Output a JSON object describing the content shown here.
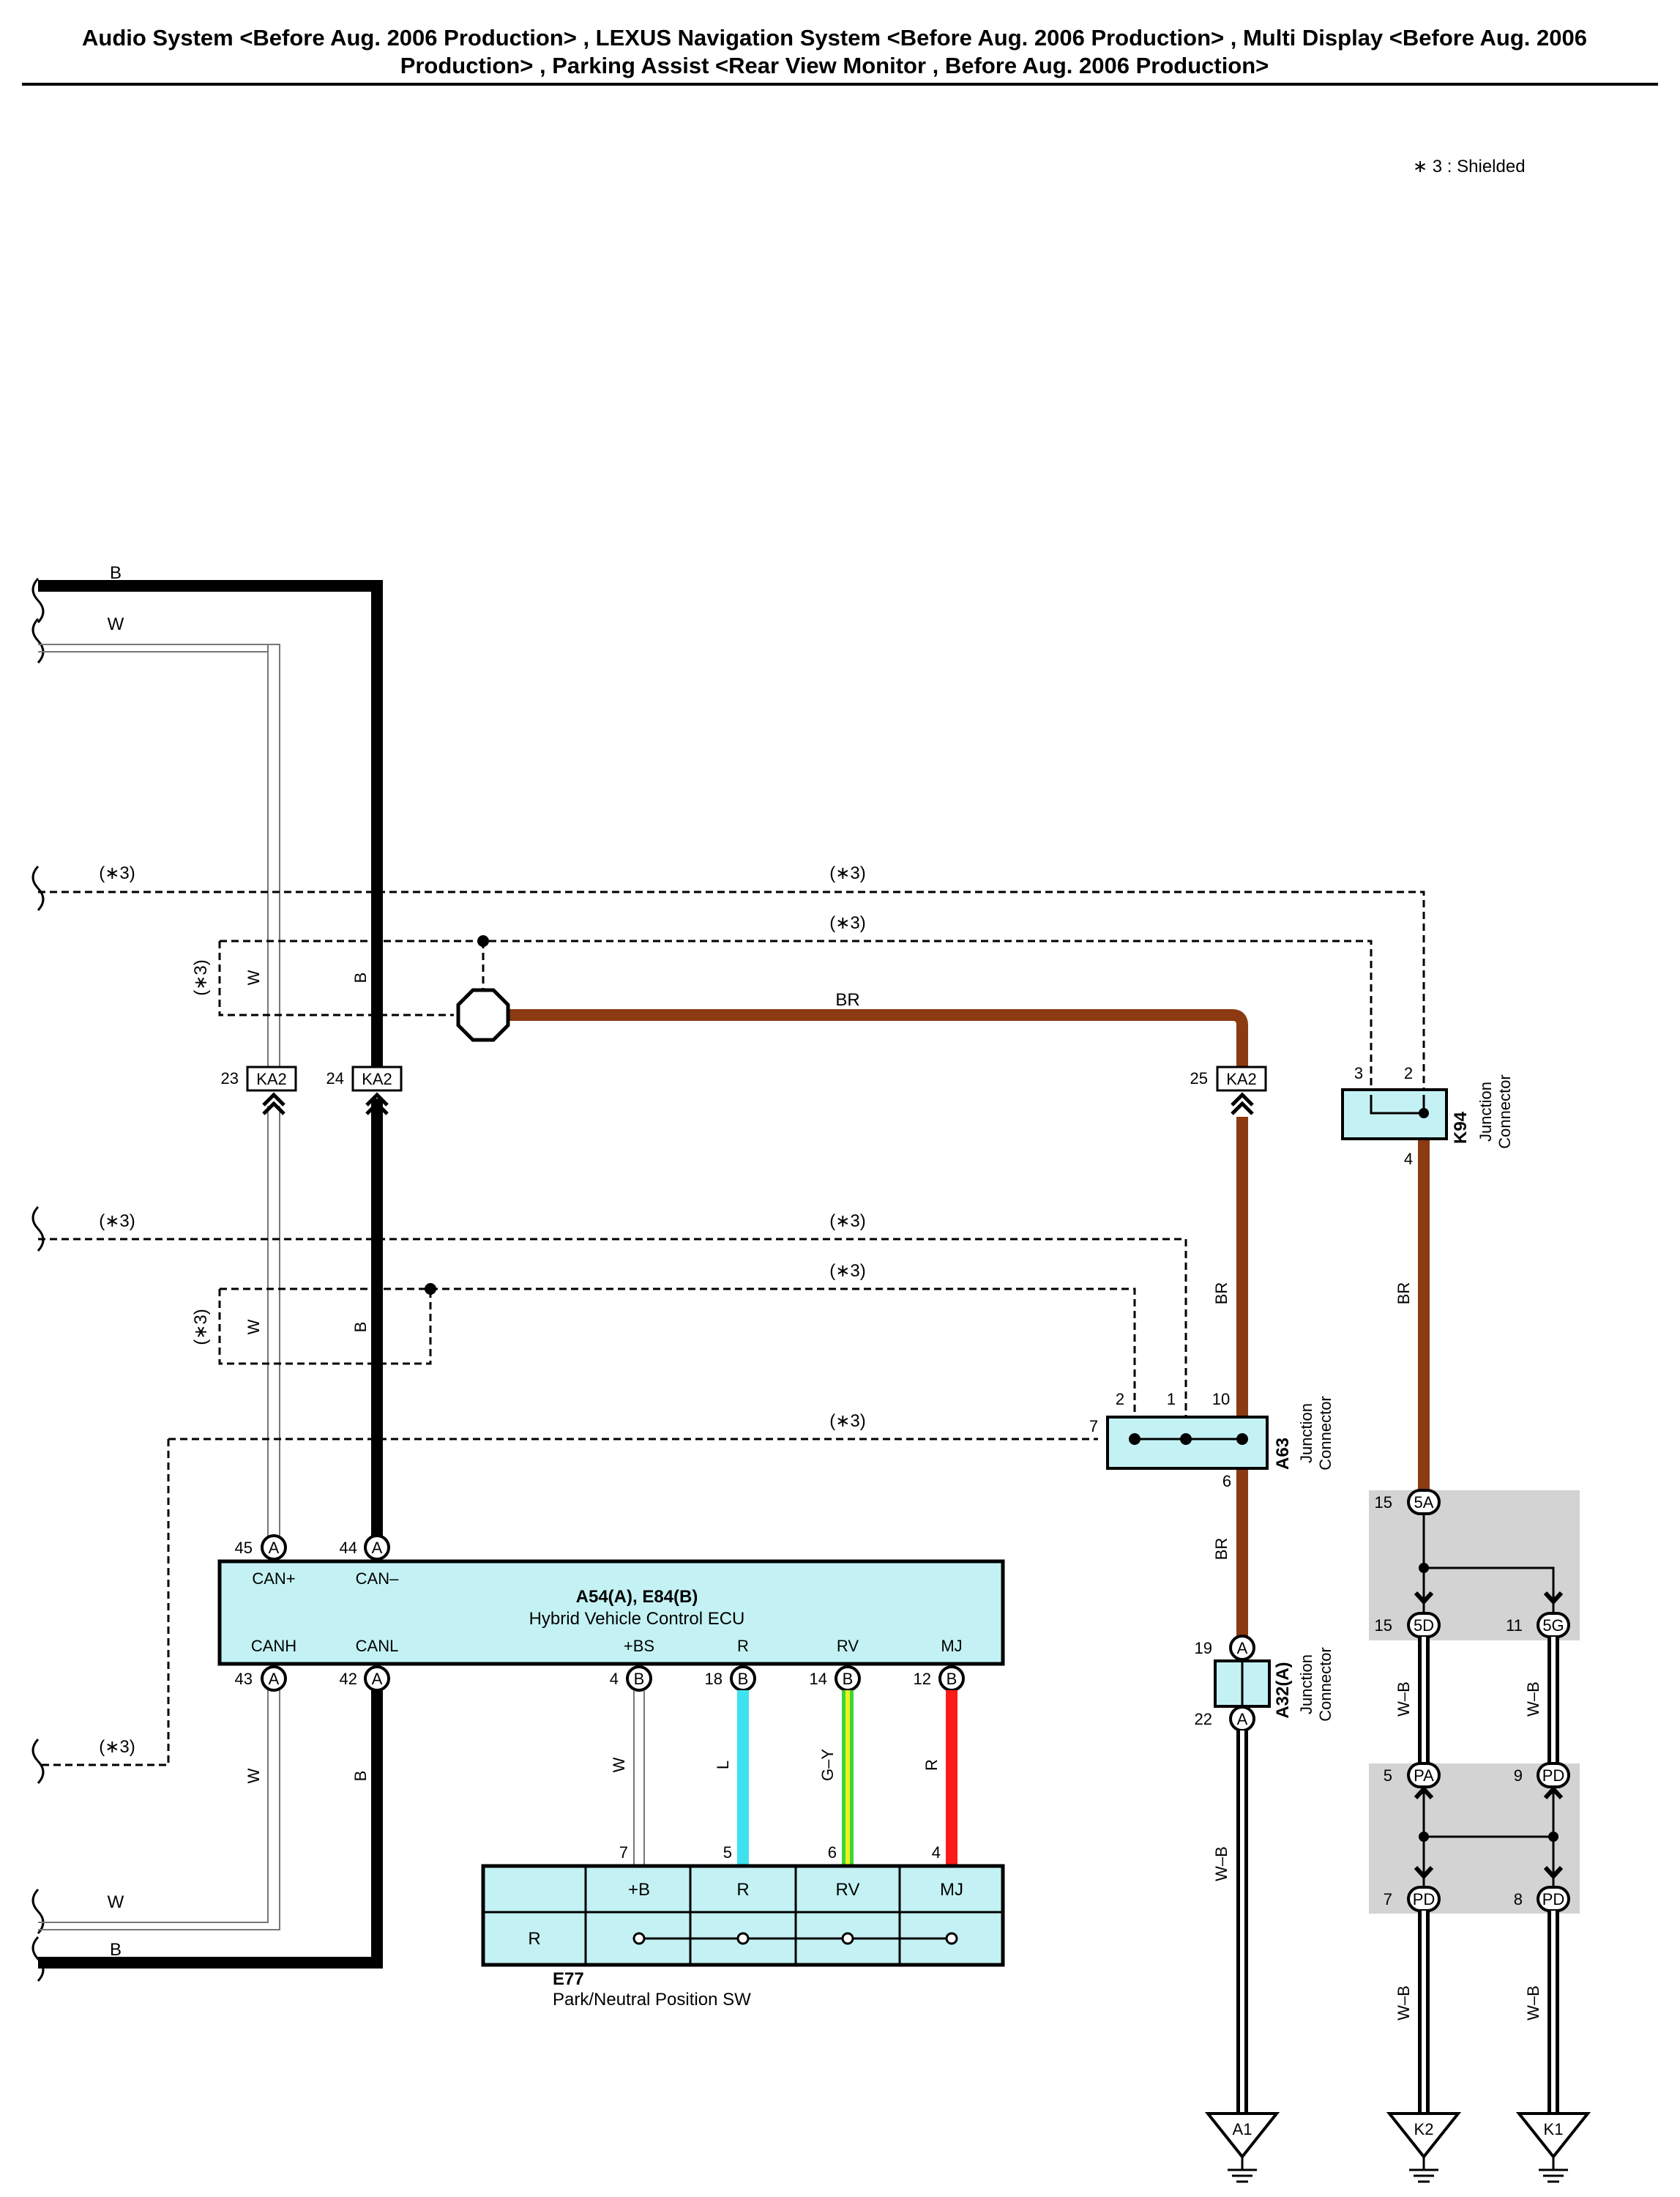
{
  "header": {
    "line1": "Audio System <Before Aug. 2006 Production> , LEXUS Navigation System <Before Aug. 2006 Production> , Multi Display <Before Aug. 2006",
    "line2": "Production> , Parking Assist <Rear View Monitor , Before Aug. 2006 Production>"
  },
  "legend": "∗ 3 : Shielded",
  "shield_label": "(∗3)",
  "wires": {
    "B": "B",
    "W": "W",
    "BR": "BR",
    "L": "L",
    "GY": "G–Y",
    "R": "R",
    "WB": "W–B"
  },
  "colors": {
    "B": "#000000",
    "W": "#ffffff",
    "BR": "#8b3a12",
    "L": "#3ee2ee",
    "G": "#37d837",
    "Y": "#f0f020",
    "R": "#ff1a1a",
    "box": "#c4f2f4",
    "shade": "#d3d3d3"
  },
  "connector_ka2": {
    "name": "KA2",
    "pins": [
      "23",
      "24",
      "25"
    ]
  },
  "k94": {
    "code": "K94",
    "desc1": "Junction",
    "desc2": "Connector",
    "pins": [
      "3",
      "2",
      "4"
    ]
  },
  "a63": {
    "code": "A63",
    "desc1": "Junction",
    "desc2": "Connector",
    "pins": [
      "2",
      "1",
      "10",
      "7",
      "6"
    ]
  },
  "a32": {
    "code": "A32(A)",
    "desc1": "Junction",
    "desc2": "Connector",
    "pins": [
      "19",
      "22"
    ],
    "letter": "A"
  },
  "ecu": {
    "code": "A54(A), E84(B)",
    "desc": "Hybrid Vehicle Control ECU",
    "top_terms": [
      {
        "pin": "45",
        "conn": "A",
        "label": "CAN+"
      },
      {
        "pin": "44",
        "conn": "A",
        "label": "CAN–"
      }
    ],
    "bottom_terms": [
      {
        "pin": "43",
        "conn": "A",
        "label": "CANH"
      },
      {
        "pin": "42",
        "conn": "A",
        "label": "CANL"
      },
      {
        "pin": "4",
        "conn": "B",
        "label": "+BS"
      },
      {
        "pin": "18",
        "conn": "B",
        "label": "R"
      },
      {
        "pin": "14",
        "conn": "B",
        "label": "RV"
      },
      {
        "pin": "12",
        "conn": "B",
        "label": "MJ"
      }
    ]
  },
  "e77": {
    "code": "E77",
    "desc": "Park/Neutral Position SW",
    "pins": [
      "7",
      "5",
      "6",
      "4"
    ],
    "headers": [
      "+B",
      "R",
      "RV",
      "MJ"
    ],
    "row_label": "R"
  },
  "junction_blocks": {
    "upper": {
      "top": {
        "pin": "15",
        "conn": "5A"
      },
      "left": {
        "pin": "15",
        "conn": "5D"
      },
      "right": {
        "pin": "11",
        "conn": "5G"
      }
    },
    "lower": {
      "tl": {
        "pin": "5",
        "conn": "PA"
      },
      "tr": {
        "pin": "9",
        "conn": "PD"
      },
      "bl": {
        "pin": "7",
        "conn": "PD"
      },
      "br": {
        "pin": "8",
        "conn": "PD"
      }
    }
  },
  "grounds": [
    "A1",
    "K2",
    "K1"
  ]
}
